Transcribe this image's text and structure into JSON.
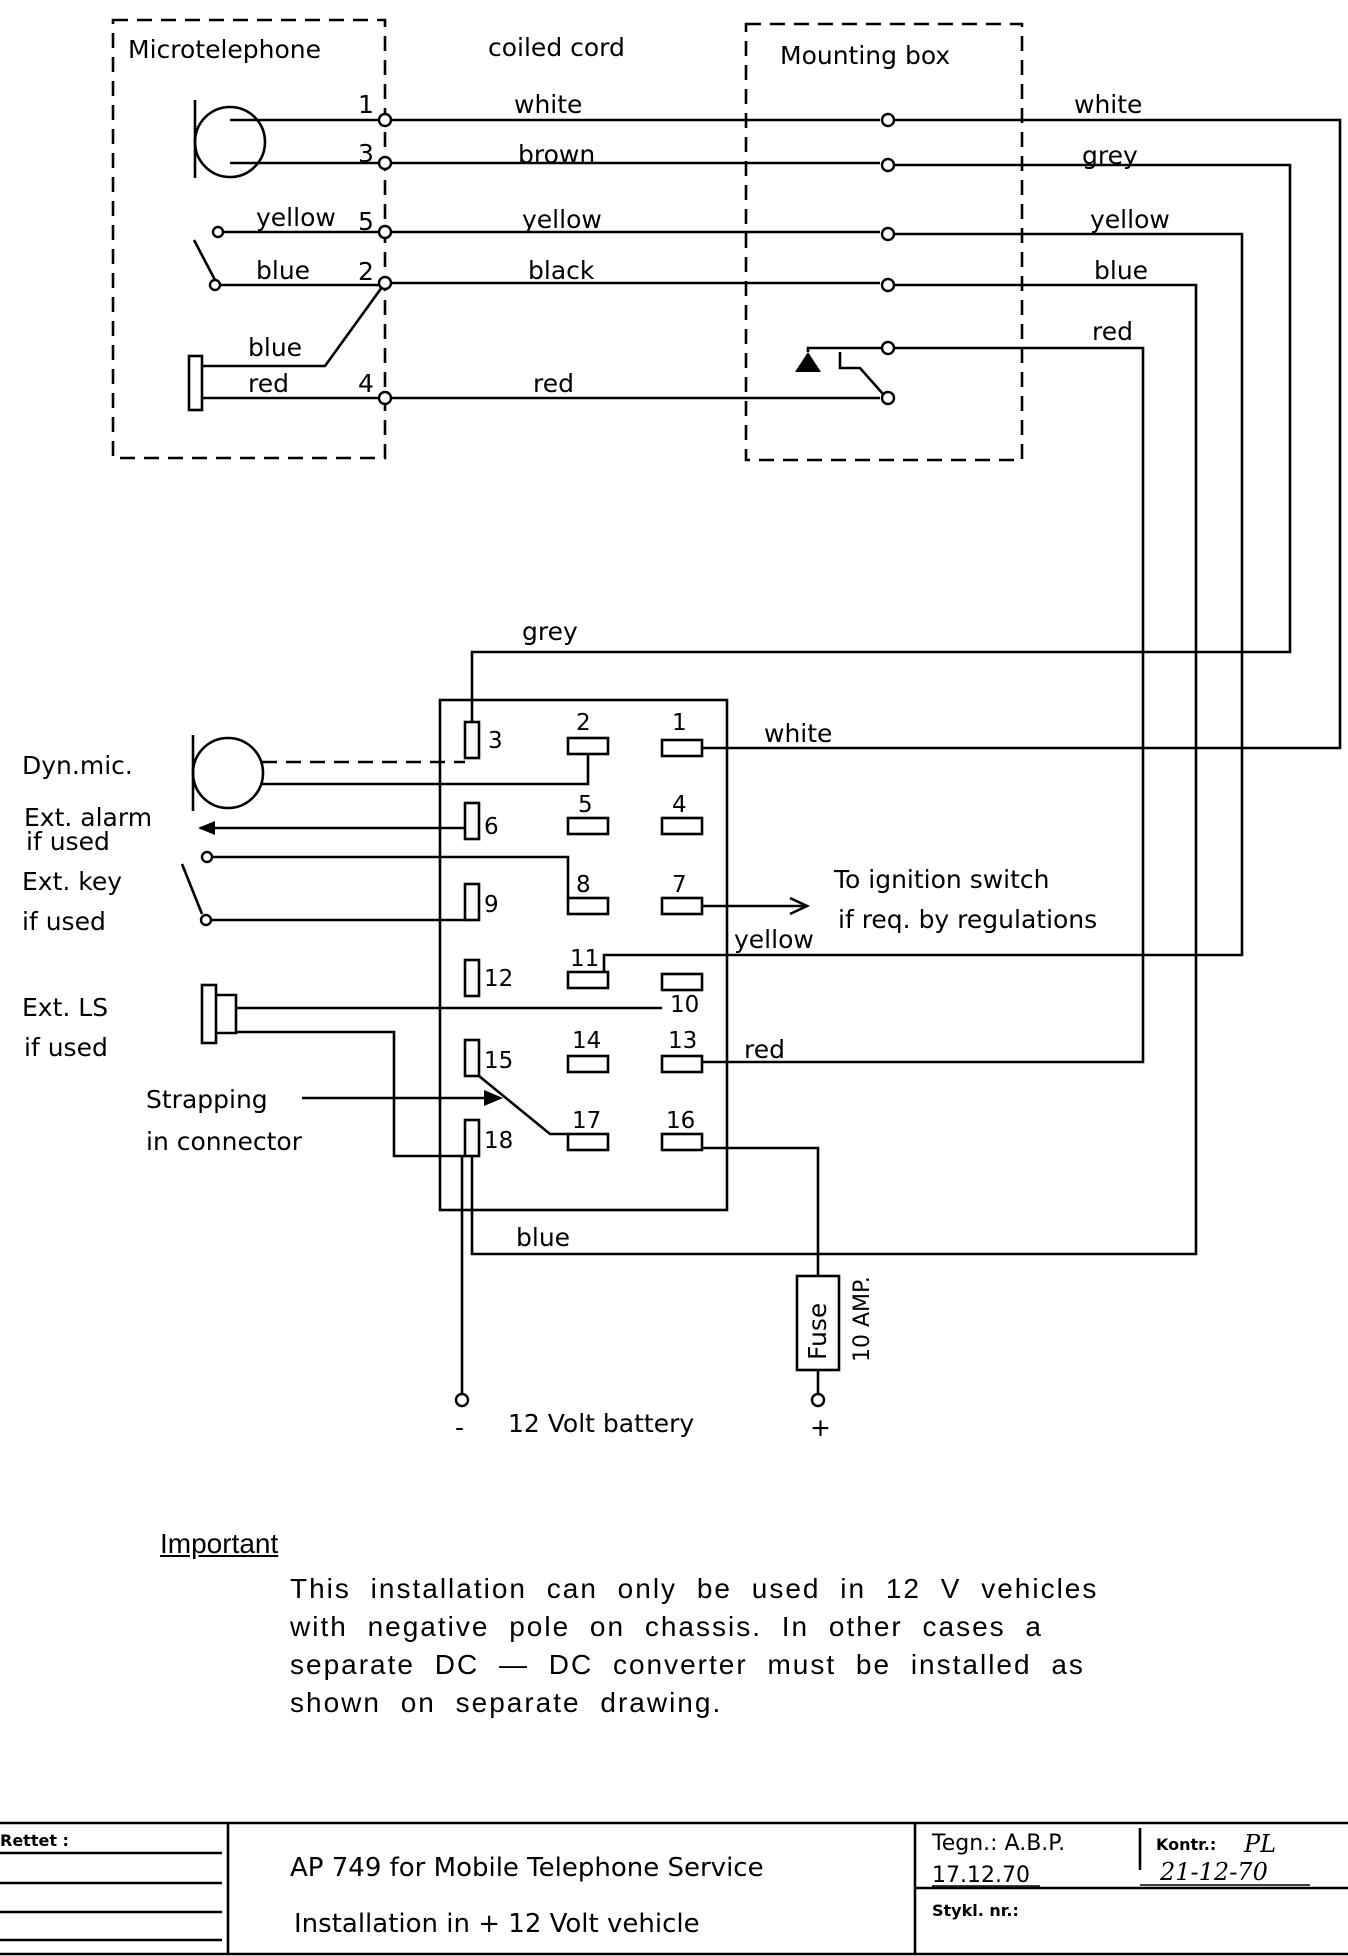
{
  "handset": {
    "title": "Microtelephone",
    "pins": [
      "1",
      "3",
      "5",
      "2",
      "4"
    ],
    "switch_labels": [
      "yellow",
      "blue"
    ],
    "mic_labels": [
      "blue",
      "red"
    ]
  },
  "cord": {
    "title": "coiled cord",
    "wires": [
      "white",
      "brown",
      "yellow",
      "black",
      "red"
    ]
  },
  "mounting_box": {
    "title": "Mounting box",
    "out_wires": [
      "white",
      "grey",
      "yellow",
      "blue",
      "red"
    ]
  },
  "connector": {
    "pins": [
      "3",
      "2",
      "1",
      "6",
      "5",
      "4",
      "9",
      "8",
      "7",
      "12",
      "11",
      "10",
      "15",
      "14",
      "13",
      "18",
      "17",
      "16"
    ],
    "wire_labels": {
      "grey": "grey",
      "white": "white",
      "yellow": "yellow",
      "red": "red",
      "blue": "blue"
    }
  },
  "peripherals": {
    "dyn_mic": "Dyn.mic.",
    "ext_alarm_1": "Ext. alarm",
    "ext_alarm_2": "if used",
    "ext_key_1": "Ext. key",
    "ext_key_2": "if used",
    "ext_ls_1": "Ext. LS",
    "ext_ls_2": "if used",
    "strapping_1": "Strapping",
    "strapping_2": "in connector",
    "ignition_1": "To ignition switch",
    "ignition_2": "if req. by regulations"
  },
  "power": {
    "fuse": "Fuse",
    "fuse_rating": "10 AMP.",
    "minus": "-",
    "plus": "+",
    "battery": "12 Volt  battery"
  },
  "important": {
    "heading": "Important",
    "text": "This installation can only be used in 12 V vehicles with negative pole on chassis. In other cases a separate DC — DC converter must be installed as shown on separate drawing."
  },
  "title_block": {
    "rettet": "Rettet :",
    "line1": "AP 749   for  Mobile  Telephone  Service",
    "line2": "Installation   in + 12 Volt  vehicle",
    "tegn": "Tegn.: A.B.P.",
    "date": "17.12.70",
    "kontr": "Kontr.:",
    "kontr_sign": "PL",
    "kontr_date": "21-12-70",
    "stykl": "Stykl. nr.:"
  }
}
